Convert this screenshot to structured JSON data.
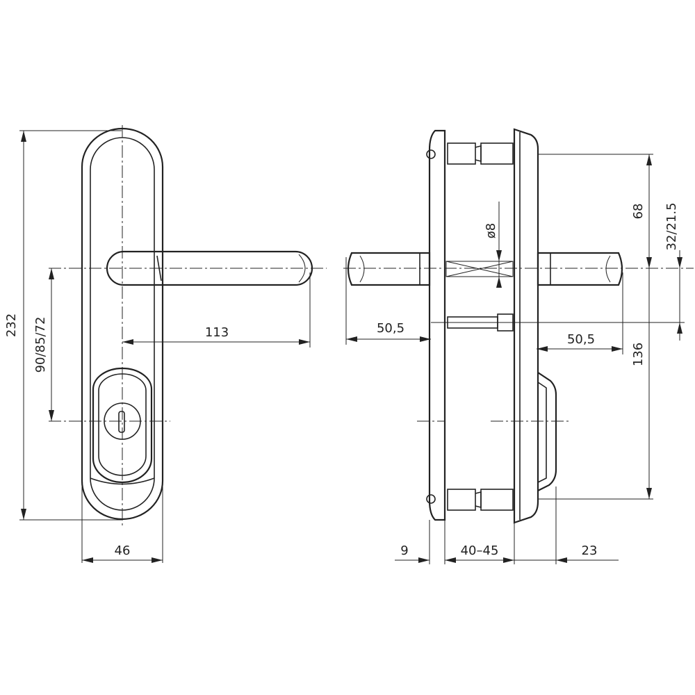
{
  "dimensions": {
    "overall_height": "232",
    "plate_width": "46",
    "lever_length": "113",
    "center_distance": "90/85/72",
    "lever_left_offset": "50,5",
    "lever_right_offset": "50,5",
    "spindle_diameter": "ø8",
    "screw_to_spindle": "68",
    "screw_spacing": "136",
    "spindle_offset": "32/21.5",
    "plate_thickness": "9",
    "door_thickness": "40–45",
    "shield_thickness": "23"
  }
}
